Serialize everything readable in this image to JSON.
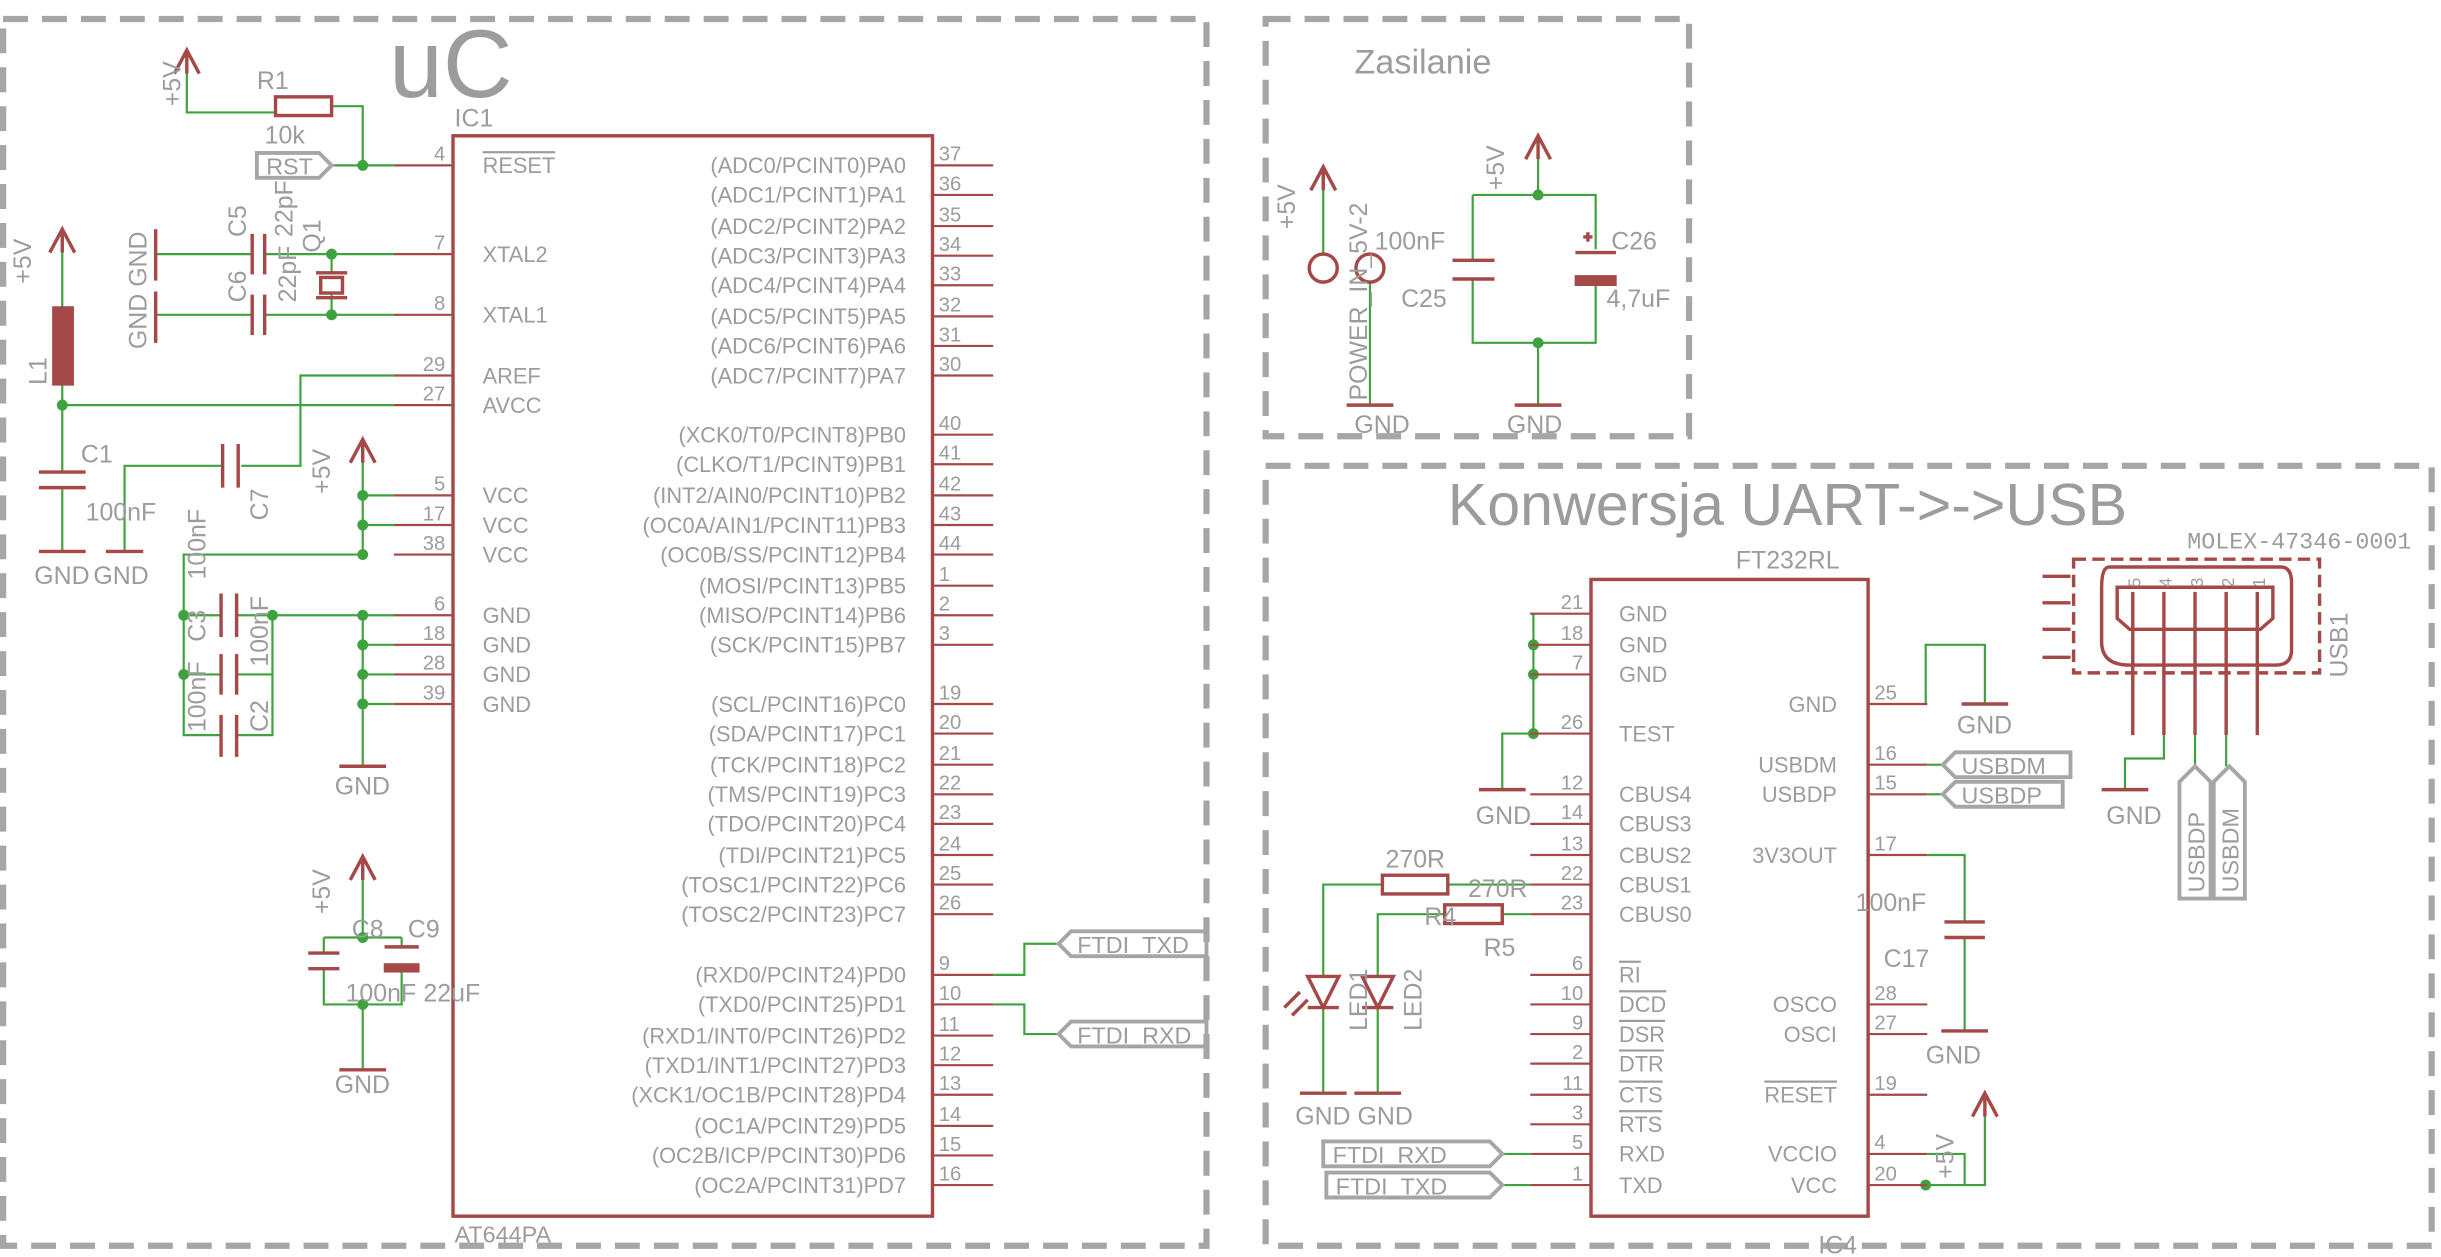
{
  "sections": {
    "uc": "uC",
    "power": "Zasilanie",
    "usb": "Konwersja UART->->USB"
  },
  "ic1": {
    "ref": "IC1",
    "value": "AT644PA",
    "left_pins": [
      {
        "num": "4",
        "name": "RESET",
        "overline": true
      },
      {
        "num": "7",
        "name": "XTAL2"
      },
      {
        "num": "8",
        "name": "XTAL1"
      },
      {
        "num": "29",
        "name": "AREF"
      },
      {
        "num": "27",
        "name": "AVCC"
      },
      {
        "num": "5",
        "name": "VCC"
      },
      {
        "num": "17",
        "name": "VCC"
      },
      {
        "num": "38",
        "name": "VCC"
      },
      {
        "num": "6",
        "name": "GND"
      },
      {
        "num": "18",
        "name": "GND"
      },
      {
        "num": "28",
        "name": "GND"
      },
      {
        "num": "39",
        "name": "GND"
      }
    ],
    "right_pins": [
      {
        "num": "37",
        "name": "(ADC0/PCINT0)PA0"
      },
      {
        "num": "36",
        "name": "(ADC1/PCINT1)PA1"
      },
      {
        "num": "35",
        "name": "(ADC2/PCINT2)PA2"
      },
      {
        "num": "34",
        "name": "(ADC3/PCINT3)PA3"
      },
      {
        "num": "33",
        "name": "(ADC4/PCINT4)PA4"
      },
      {
        "num": "32",
        "name": "(ADC5/PCINT5)PA5"
      },
      {
        "num": "31",
        "name": "(ADC6/PCINT6)PA6"
      },
      {
        "num": "30",
        "name": "(ADC7/PCINT7)PA7"
      },
      {
        "num": "40",
        "name": "(XCK0/T0/PCINT8)PB0"
      },
      {
        "num": "41",
        "name": "(CLKO/T1/PCINT9)PB1"
      },
      {
        "num": "42",
        "name": "(INT2/AIN0/PCINT10)PB2"
      },
      {
        "num": "43",
        "name": "(OC0A/AIN1/PCINT11)PB3"
      },
      {
        "num": "44",
        "name": "(OC0B/SS/PCINT12)PB4"
      },
      {
        "num": "1",
        "name": "(MOSI/PCINT13)PB5"
      },
      {
        "num": "2",
        "name": "(MISO/PCINT14)PB6"
      },
      {
        "num": "3",
        "name": "(SCK/PCINT15)PB7"
      },
      {
        "num": "19",
        "name": "(SCL/PCINT16)PC0"
      },
      {
        "num": "20",
        "name": "(SDA/PCINT17)PC1"
      },
      {
        "num": "21",
        "name": "(TCK/PCINT18)PC2"
      },
      {
        "num": "22",
        "name": "(TMS/PCINT19)PC3"
      },
      {
        "num": "23",
        "name": "(TDO/PCINT20)PC4"
      },
      {
        "num": "24",
        "name": "(TDI/PCINT21)PC5"
      },
      {
        "num": "25",
        "name": "(TOSC1/PCINT22)PC6"
      },
      {
        "num": "26",
        "name": "(TOSC2/PCINT23)PC7"
      },
      {
        "num": "9",
        "name": "(RXD0/PCINT24)PD0"
      },
      {
        "num": "10",
        "name": "(TXD0/PCINT25)PD1"
      },
      {
        "num": "11",
        "name": "(RXD1/INT0/PCINT26)PD2"
      },
      {
        "num": "12",
        "name": "(TXD1/INT1/PCINT27)PD3"
      },
      {
        "num": "13",
        "name": "(XCK1/OC1B/PCINT28)PD4"
      },
      {
        "num": "14",
        "name": "(OC1A/PCINT29)PD5"
      },
      {
        "num": "15",
        "name": "(OC2B/ICP/PCINT30)PD6"
      },
      {
        "num": "16",
        "name": "(OC2A/PCINT31)PD7"
      }
    ]
  },
  "ic4": {
    "ref": "IC4",
    "value": "FT232RL",
    "left_pins": [
      {
        "num": "21",
        "name": "GND"
      },
      {
        "num": "18",
        "name": "GND"
      },
      {
        "num": "7",
        "name": "GND"
      },
      {
        "num": "26",
        "name": "TEST"
      },
      {
        "num": "12",
        "name": "CBUS4"
      },
      {
        "num": "14",
        "name": "CBUS3"
      },
      {
        "num": "13",
        "name": "CBUS2"
      },
      {
        "num": "22",
        "name": "CBUS1"
      },
      {
        "num": "23",
        "name": "CBUS0"
      },
      {
        "num": "6",
        "name": "RI",
        "overline": true
      },
      {
        "num": "10",
        "name": "DCD",
        "overline": true
      },
      {
        "num": "9",
        "name": "DSR",
        "overline": true
      },
      {
        "num": "2",
        "name": "DTR",
        "overline": true
      },
      {
        "num": "11",
        "name": "CTS",
        "overline": true
      },
      {
        "num": "3",
        "name": "RTS",
        "overline": true
      },
      {
        "num": "5",
        "name": "RXD"
      },
      {
        "num": "1",
        "name": "TXD"
      }
    ],
    "right_pins": [
      {
        "num": "25",
        "name": "GND"
      },
      {
        "num": "16",
        "name": "USBDM"
      },
      {
        "num": "15",
        "name": "USBDP"
      },
      {
        "num": "17",
        "name": "3V3OUT"
      },
      {
        "num": "28",
        "name": "OSCO"
      },
      {
        "num": "27",
        "name": "OSCI"
      },
      {
        "num": "19",
        "name": "RESET",
        "overline": true
      },
      {
        "num": "4",
        "name": "VCCIO"
      },
      {
        "num": "20",
        "name": "VCC"
      }
    ]
  },
  "labels": [
    "+5V",
    "R1",
    "10k",
    "C5",
    "22pF",
    "Q1",
    "C6",
    "22pF",
    "GND",
    "GND",
    "+5V",
    "L1",
    "C1",
    "100nF",
    "GND",
    "GND",
    "100nF",
    "C7",
    "+5V",
    "100nF",
    "C3",
    "C2",
    "100nF",
    "GND",
    "+5V",
    "C8",
    "C9",
    "100nF",
    "22uF",
    "GND",
    "+5V",
    "POWER_IN_5V-2",
    "100nF",
    "C25",
    "+5V",
    "C26",
    "4,7uF",
    "GND",
    "GND",
    "GND",
    "GND",
    "270R",
    "270R",
    "R4",
    "R5",
    "LED1",
    "LED2",
    "GND",
    "GND",
    "100nF",
    "C17",
    "GND",
    "+5V",
    "USB1",
    "MOLEX-47346-0001",
    "GND",
    "5",
    "4",
    "3",
    "2",
    "1"
  ],
  "net_flags": [
    "RST",
    "FTDI_TXD",
    "FTDI_RXD",
    "USBDM",
    "USBDP",
    "FTDI_RXD",
    "FTDI_TXD",
    "USBDP",
    "USBDM"
  ],
  "colors": {
    "wire": "#3ea23e",
    "part": "#a44848",
    "text": "#9c9c9c",
    "frame": "#a6a6a6"
  }
}
